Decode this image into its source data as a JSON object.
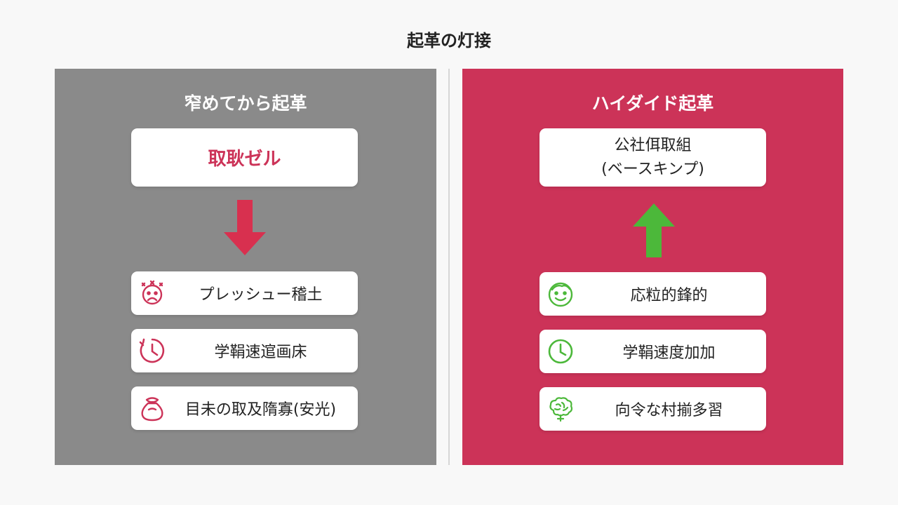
{
  "title": "起革の灯接",
  "left": {
    "heading": "窄めてから起革",
    "top_card": "取耿ゼル",
    "arrow_color": "#d8304f",
    "items": [
      {
        "icon": "stressed-face-icon",
        "label": "プレッシュー稽土"
      },
      {
        "icon": "clock-icon",
        "label": "学鞙速逭画床"
      },
      {
        "icon": "money-bag-icon",
        "label": "目未の取及隋寡(安光)"
      }
    ]
  },
  "right": {
    "heading": "ハイダイド起革",
    "top_card": [
      "公社佴取組",
      "(ベースキンプ)"
    ],
    "arrow_color": "#4cb83a",
    "items": [
      {
        "icon": "smiley-face-icon",
        "label": "応粒的鋒的"
      },
      {
        "icon": "clock-icon",
        "label": "学鞙速度加加"
      },
      {
        "icon": "brain-icon",
        "label": "向令な村揃多習"
      }
    ]
  },
  "colors": {
    "left_panel": "#8a8a8a",
    "right_panel": "#cc3358",
    "left_icon": "#cc3358",
    "right_icon": "#4cb83a"
  }
}
